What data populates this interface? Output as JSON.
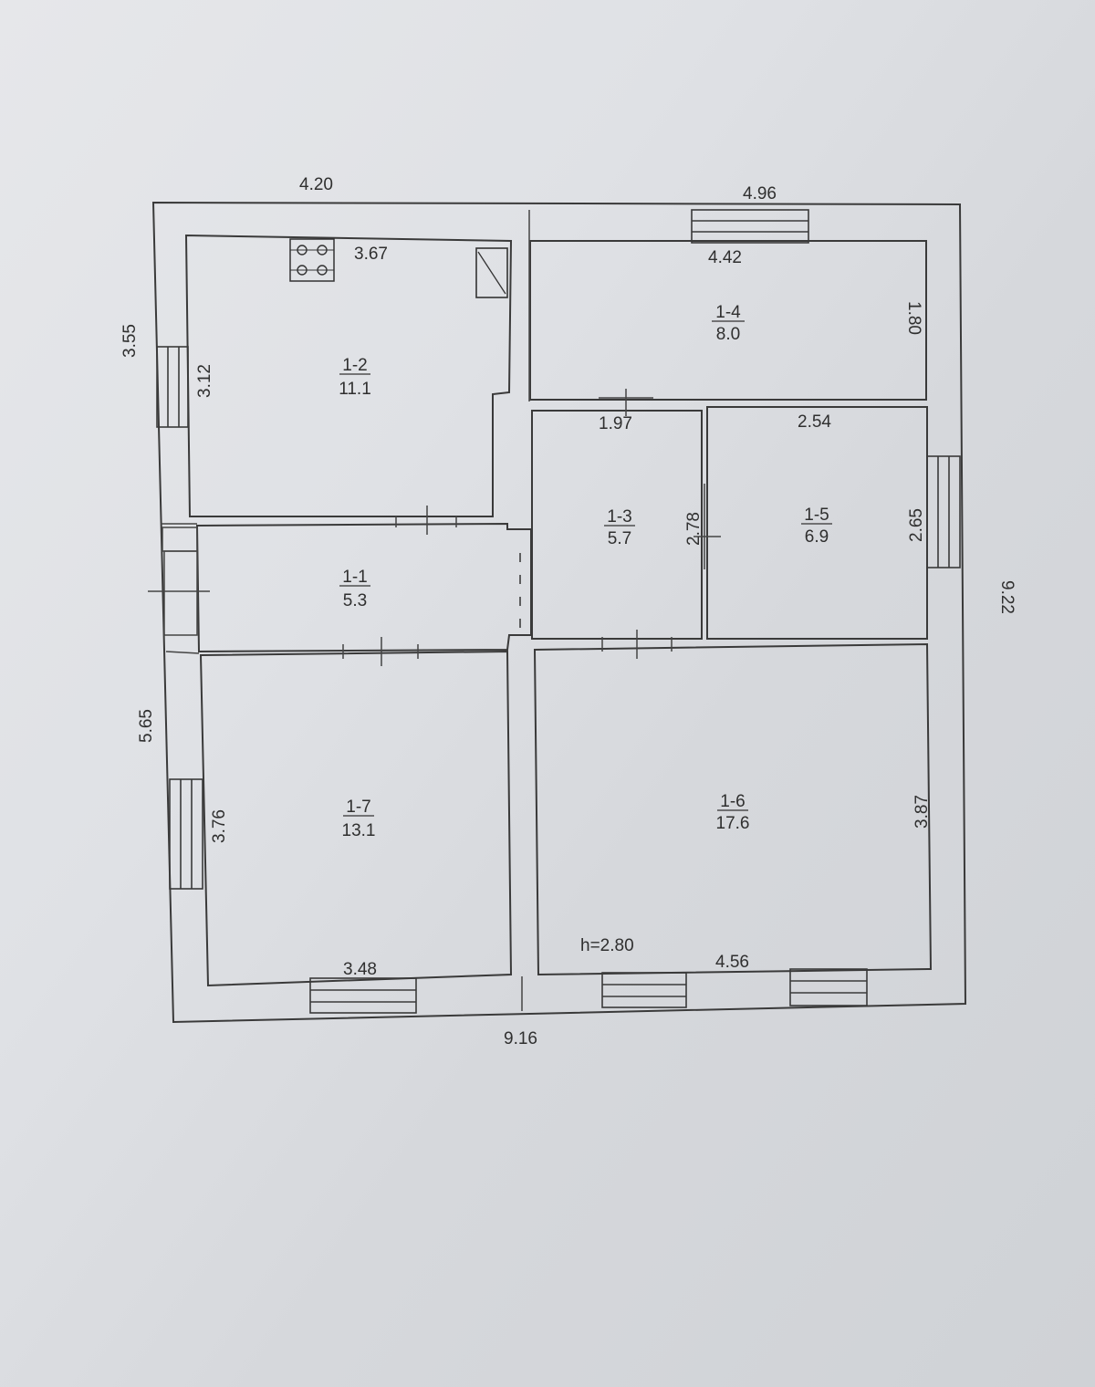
{
  "plan": {
    "outer_dims": {
      "top_left": "4.20",
      "top_right": "4.96",
      "left_upper": "3.55",
      "left_lower": "5.65",
      "right": "9.22",
      "bottom": "9.16"
    },
    "ceiling_height": "h=2.80",
    "rooms": [
      {
        "code": "1-1",
        "area": "5.3"
      },
      {
        "code": "1-2",
        "area": "11.1",
        "width": "3.67",
        "height": "3.12"
      },
      {
        "code": "1-3",
        "area": "5.7",
        "width": "1.97",
        "height": "2.78"
      },
      {
        "code": "1-4",
        "area": "8.0",
        "width": "4.42",
        "height": "1.80"
      },
      {
        "code": "1-5",
        "area": "6.9",
        "width": "2.54",
        "height": "2.65"
      },
      {
        "code": "1-6",
        "area": "17.6",
        "width": "4.56",
        "height": "3.87"
      },
      {
        "code": "1-7",
        "area": "13.1",
        "width": "3.48",
        "height": "3.76"
      }
    ]
  }
}
